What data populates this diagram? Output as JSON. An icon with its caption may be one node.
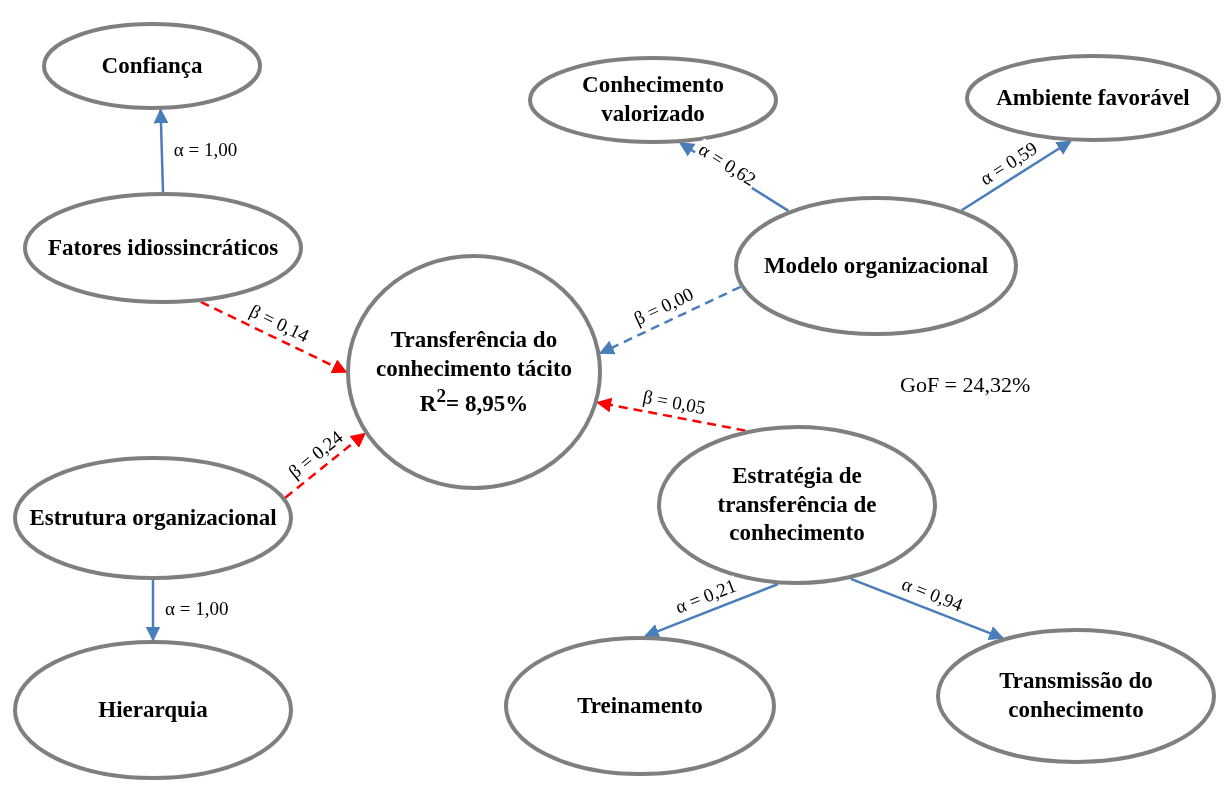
{
  "diagram": {
    "nodes": [
      {
        "text": [
          "Confiança"
        ]
      },
      {
        "text": [
          "Conhecimento valorizado"
        ]
      },
      {
        "text": [
          "Ambiente favorável"
        ]
      },
      {
        "text": [
          "Fatores idiossincráticos"
        ]
      },
      {
        "text": [
          "Modelo organizacional"
        ]
      },
      {
        "text": [
          "Transferência do conhecimento tácito",
          "R$^{2}$= 8,95%"
        ]
      },
      {
        "text": [
          "Estrutura organizacional"
        ]
      },
      {
        "text": [
          "Estratégia de transferência de conhecimento"
        ]
      },
      {
        "text": [
          "Hierarquia"
        ]
      },
      {
        "text": [
          "Treinamento"
        ]
      },
      {
        "text": [
          "Transmissão do conhecimento"
        ]
      }
    ],
    "edges": [
      {
        "from": 3,
        "to": 0,
        "arrow": "to",
        "label": "α = 1,00"
      },
      {
        "from": 4,
        "to": 1,
        "arrow": "to",
        "label": "α = 0,62"
      },
      {
        "from": 4,
        "to": 2,
        "arrow": "to",
        "label": "α = 0,59"
      },
      {
        "from": 3,
        "to": 5,
        "arrow": "to",
        "label": "β = 0,14",
        "style": "dashed",
        "color": "#ff0000"
      },
      {
        "from": 6,
        "to": 5,
        "arrow": "to",
        "label": "β = 0,24",
        "style": "dashed",
        "color": "#ff0000"
      },
      {
        "from": 4,
        "to": 5,
        "arrow": "to",
        "label": "β = 0,00",
        "style": "dashed"
      },
      {
        "from": 7,
        "to": 5,
        "arrow": "to",
        "label": "β = 0,05",
        "style": "dashed",
        "color": "#ff0000"
      },
      {
        "from": 6,
        "to": 8,
        "arrow": "to",
        "label": "α = 1,00"
      },
      {
        "from": 7,
        "to": 9,
        "arrow": "to",
        "label": "α = 0,21"
      },
      {
        "from": 7,
        "to": 10,
        "arrow": "to",
        "label": "α = 0,94"
      }
    ],
    "labels": [
      "GoF = 24,32%"
    ]
  }
}
